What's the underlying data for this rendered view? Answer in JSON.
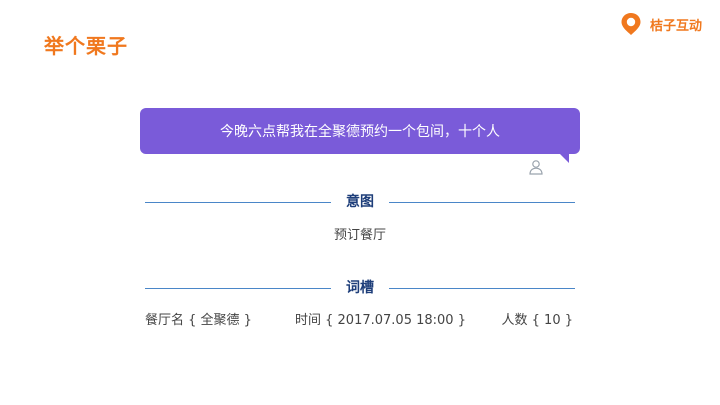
{
  "slide": {
    "title": "举个栗子",
    "brand": {
      "name": "桔子互动",
      "icon": "orange-location-pin-icon",
      "color": "#f0781e"
    }
  },
  "chat": {
    "message": "今晚六点帮我在全聚德预约一个包间，十个人",
    "bubble_color": "#7a5bd9",
    "avatar_icon": "user-icon"
  },
  "intent": {
    "heading": "意图",
    "value": "预订餐厅"
  },
  "slots": {
    "heading": "词槽",
    "items": [
      {
        "text": "餐厅名 { 全聚德 }"
      },
      {
        "text": "时间 { 2017.07.05  18:00 }"
      },
      {
        "text": "人数 { 10 }"
      }
    ]
  }
}
